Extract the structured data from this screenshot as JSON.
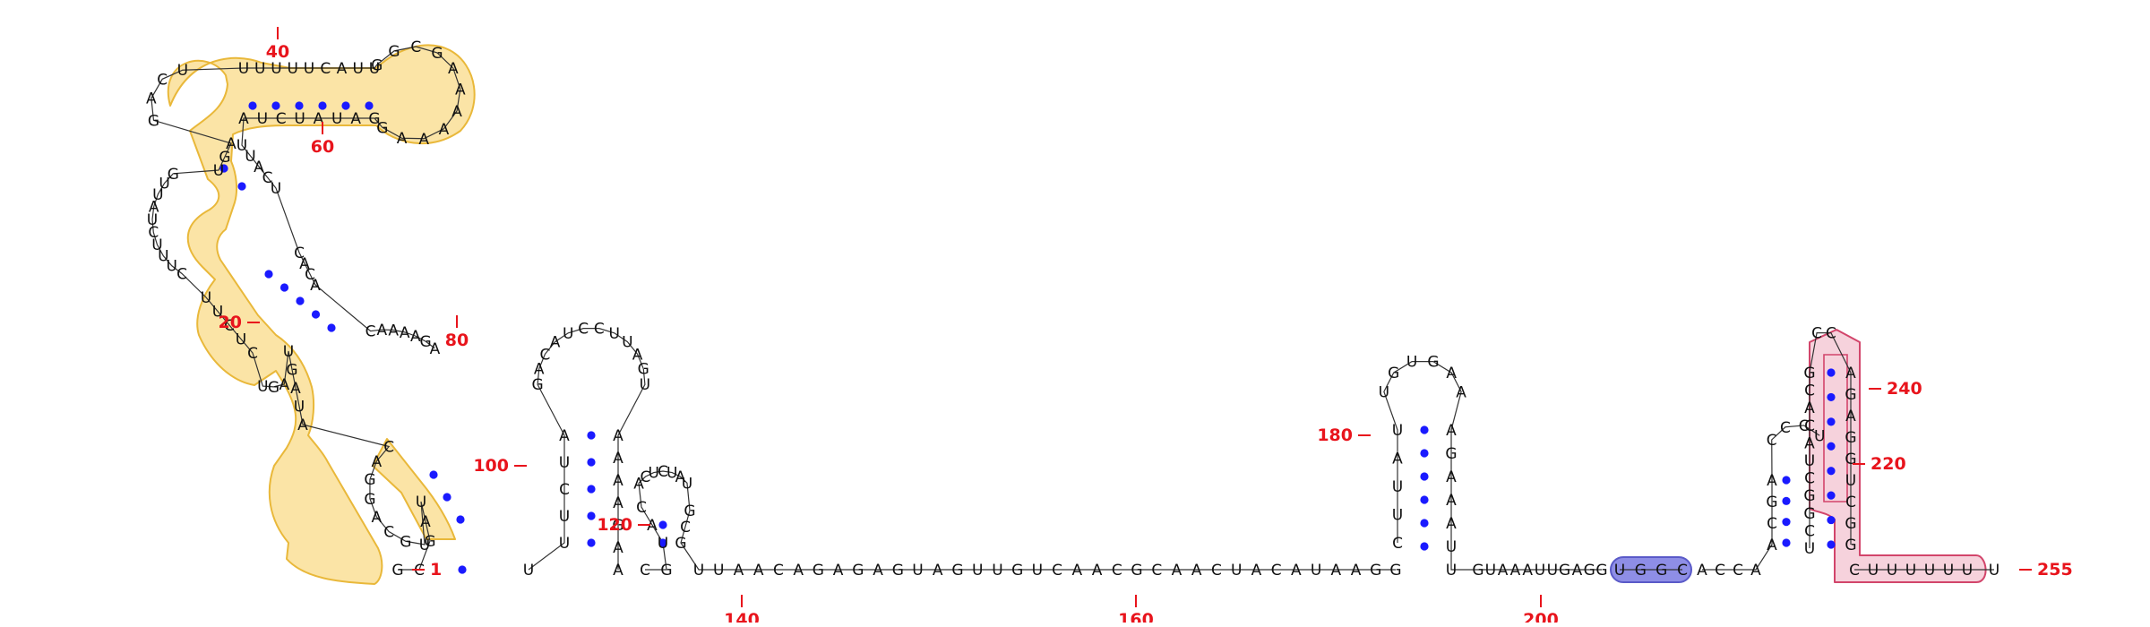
{
  "colors": {
    "nucleotide": "#111111",
    "backbone": "#333333",
    "pair_dot": "#1a1aff",
    "number": "#e8141c",
    "highlight_yellow_fill": "#fbe4a6",
    "highlight_yellow_stroke": "#e9b83a",
    "highlight_pink_fill": "#f6d2dc",
    "highlight_pink_stroke": "#d2456b",
    "highlight_blue_fill": "#8e8ee6",
    "highlight_blue_stroke": "#5a5ac8"
  },
  "structure": {
    "regions": [
      {
        "name": "5prime-domain",
        "seq": "GCGAUUGCAGGACAUAGUAGUCUCUUCUUUCUAUUGUGAGACUUUUUUCAUUGGCGAAAAAAGGAUAUCUAUUACUCACACAAAAGA"
      },
      {
        "name": "hairpin-100",
        "seq": "UUUCUAGACAUCCUUAGUAAAAGAA"
      },
      {
        "name": "hairpin-120",
        "seq": "CGUACUCUAUGCGUUAACAGAGAGUAGUUGUCAACGCAACUACAUAAGG"
      },
      {
        "name": "hairpin-180",
        "seq": "CUUAUUGUGAAAGAAAUUGUAAAUUGAGG"
      },
      {
        "name": "blue-segment",
        "seq": "UGGC"
      },
      {
        "name": "linker",
        "seq": "ACCAACGACCCU"
      },
      {
        "name": "terminator-stem",
        "seq": "UCGGCUACACGCCAGAGGUCGG"
      },
      {
        "name": "pink-tail",
        "seq": "CUUUUUU"
      },
      {
        "name": "3prime-end",
        "seq": "U"
      }
    ]
  },
  "numbering": [
    "1",
    "20",
    "40",
    "60",
    "80",
    "100",
    "120",
    "140",
    "160",
    "180",
    "200",
    "220",
    "240",
    "255"
  ]
}
